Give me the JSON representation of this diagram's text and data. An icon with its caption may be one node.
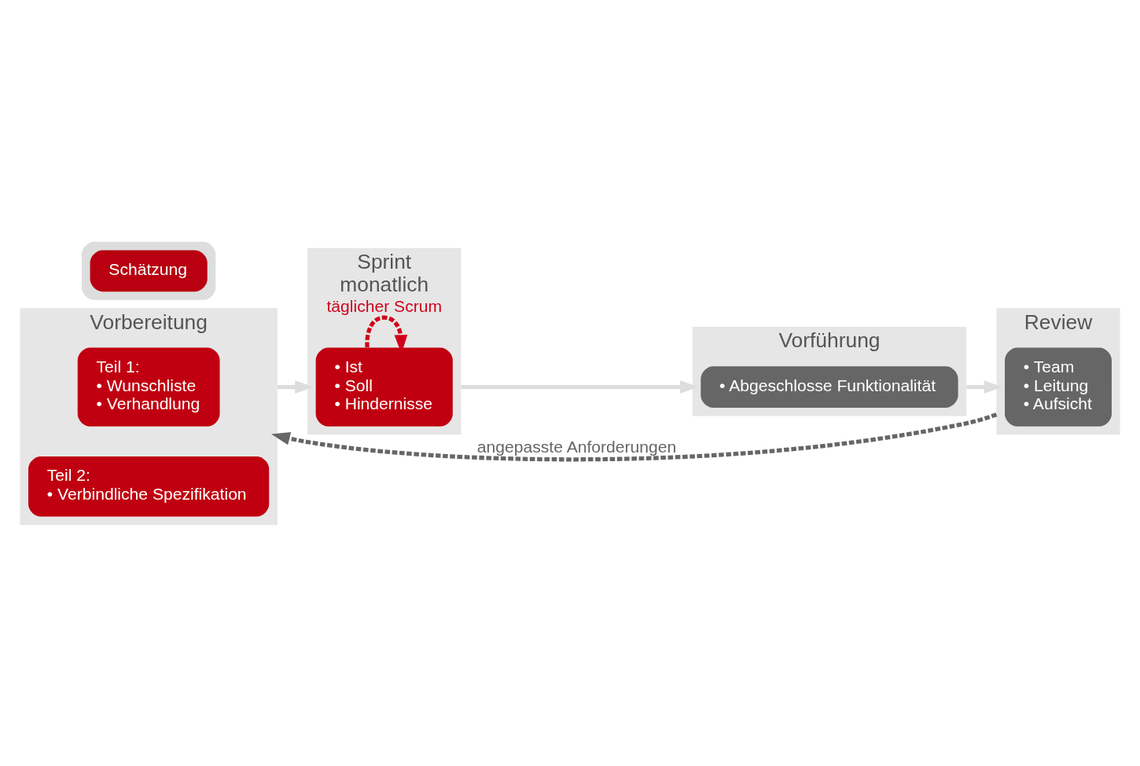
{
  "diagram": {
    "nodes": [
      {
        "text": [
          "Vorbereitung"
        ]
      },
      {
        "text": [
          "Teil 1:",
          "• Wunschliste",
          "• Verhandlung"
        ],
        "in": 0
      },
      {
        "text": [
          "Teil 2:",
          "• Verbindliche Spezifikation"
        ],
        "in": 0
      },
      {
        "text": [
          "Sprint",
          "monatlich"
        ]
      },
      {
        "text": [
          "• Ist",
          "• Soll",
          "• Hindernisse"
        ],
        "in": 3
      },
      {
        "text": [
          "Vorführung"
        ]
      },
      {
        "text": [
          "• Abgeschlosse Funktionalität"
        ],
        "in": 5
      },
      {
        "text": [
          "Review"
        ]
      },
      {
        "text": [
          "• Team",
          "• Leitung",
          "• Aufsicht"
        ],
        "in": 7
      },
      {
        "text": [],
        "shape": "box"
      },
      {
        "text": [
          "Schätzung"
        ],
        "in": 9
      }
    ],
    "edges": [
      {
        "from": 0,
        "to": 3,
        "arrow": "to"
      },
      {
        "from": 3,
        "to": 5,
        "arrow": "to"
      },
      {
        "from": 5,
        "to": 7,
        "arrow": "to"
      },
      {
        "from": 4,
        "to": 4,
        "arrow": "to",
        "label": "täglicher Scrum",
        "style": "dashed",
        "color": "#d0021b"
      },
      {
        "from": 7,
        "to": 0,
        "arrow": "to",
        "label": "angepasste Anforderungen",
        "style": "dashed",
        "color": "#666666"
      }
    ]
  }
}
